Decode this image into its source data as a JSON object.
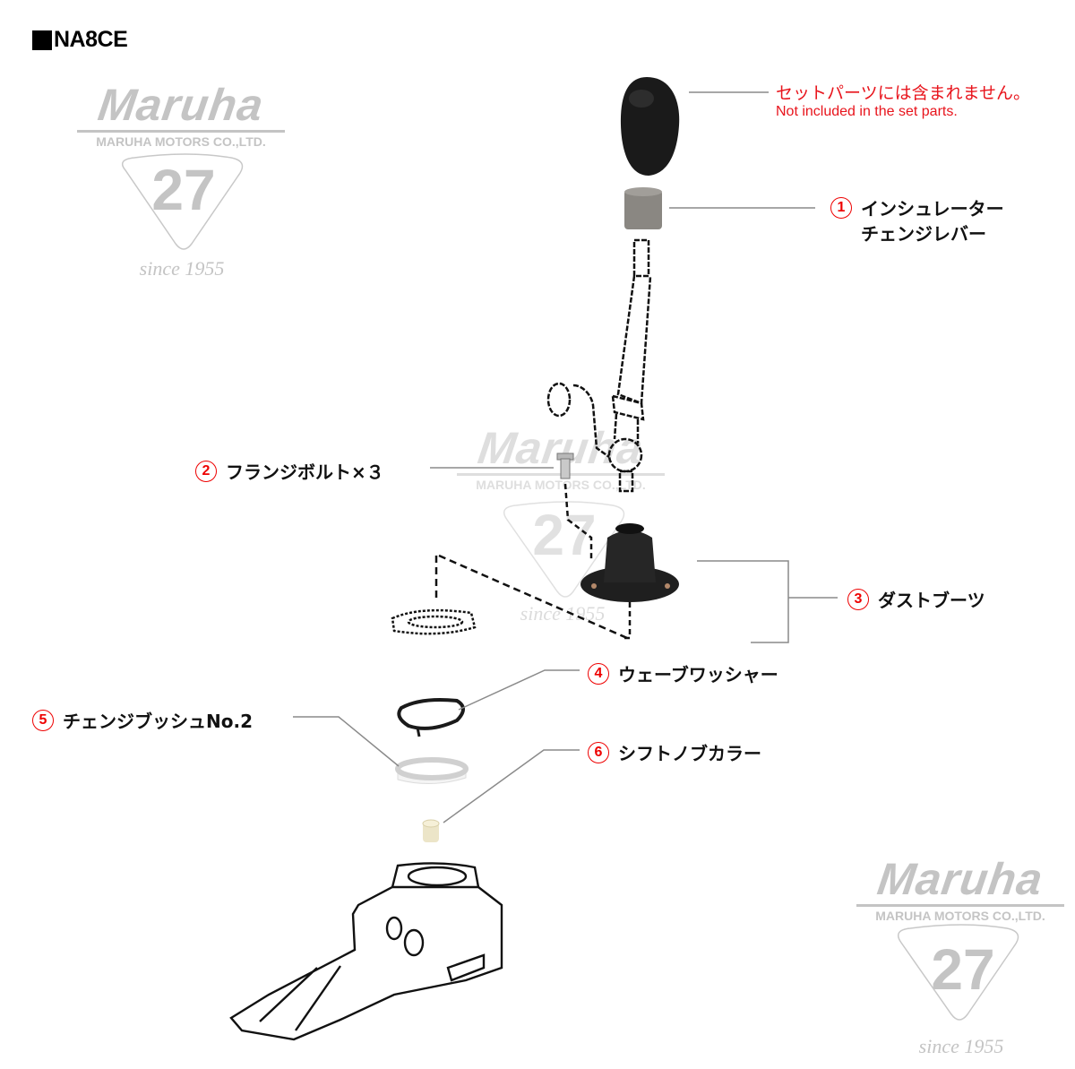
{
  "header": {
    "title": "NA8CE"
  },
  "watermark": {
    "brand": "Maruha",
    "company": "MARUHA MOTORS CO.,LTD.",
    "number": "27",
    "since": "since 1955"
  },
  "note": {
    "jp": "セットパーツには含まれません。",
    "en": "Not included in the set parts."
  },
  "parts": [
    {
      "no": "1",
      "name": "インシュレーター",
      "name2": "チェンジレバー"
    },
    {
      "no": "2",
      "name": "フランジボルト×３"
    },
    {
      "no": "3",
      "name": "ダストブーツ"
    },
    {
      "no": "4",
      "name": "ウェーブワッシャー"
    },
    {
      "no": "5",
      "name": "チェンジブッシュNo.2"
    },
    {
      "no": "6",
      "name": "シフトノブカラー"
    }
  ],
  "colors": {
    "accent": "#e8141c",
    "leader": "#8a8a8a",
    "watermark": "#c4c4c4"
  }
}
